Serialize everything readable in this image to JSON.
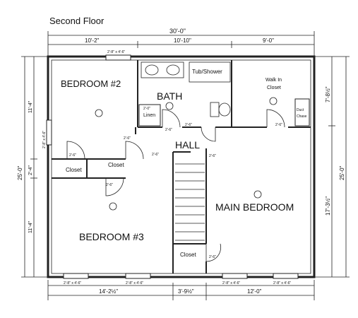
{
  "title": "Second Floor",
  "dimensions": {
    "top_overall": "30'-0\"",
    "top_1": "10'-2\"",
    "top_2": "10'-10\"",
    "top_3": "9'-0\"",
    "left_overall": "25'-0\"",
    "left_1": "11'-4\"",
    "left_2": "2'-4\"",
    "left_3": "11'-4\"",
    "right_overall": "25'-0\"",
    "right_1": "7'-8½\"",
    "right_2": "17'-3½\"",
    "bottom_1": "14'-2½\"",
    "bottom_2": "3'-9½\"",
    "bottom_3": "12'-0\""
  },
  "rooms": {
    "bedroom2": "BEDROOM #2",
    "bath": "BATH",
    "hall": "HALL",
    "main_bedroom": "MAIN BEDROOM",
    "bedroom3": "BEDROOM #3",
    "closet_a": "Closet",
    "closet_b": "Closet",
    "closet_c": "Closet",
    "linen": "Linen",
    "walk_in": "Walk In",
    "walk_in_2": "Closet",
    "tub": "Tub/Shower",
    "duct": "Duct",
    "duct_2": "Chase"
  },
  "annotations": {
    "win_bed2": "2'-8\" x 4'-6\"",
    "win_bed3_a": "2'-8\" x 4'-6\"",
    "win_bed3_b": "2'-8\" x 4'-6\"",
    "win_main_a": "2'-8\" x 4'-6\"",
    "win_main_b": "2'-8\" x 4'-6\"",
    "win_left": "2'-8\" x 4'-6\"",
    "door_bath": "2'-6\"",
    "door_bed2": "2'-6\"",
    "door_hall": "2'-6\"",
    "door_main": "2'-6\"",
    "door_cl": "2'-6\"",
    "door_bed3": "2'-6\"",
    "door_walk": "2'-6\"",
    "door_linen": "2'-0\"",
    "door_main2": "2'-6\"",
    "door_bath2": "2'-6\""
  }
}
